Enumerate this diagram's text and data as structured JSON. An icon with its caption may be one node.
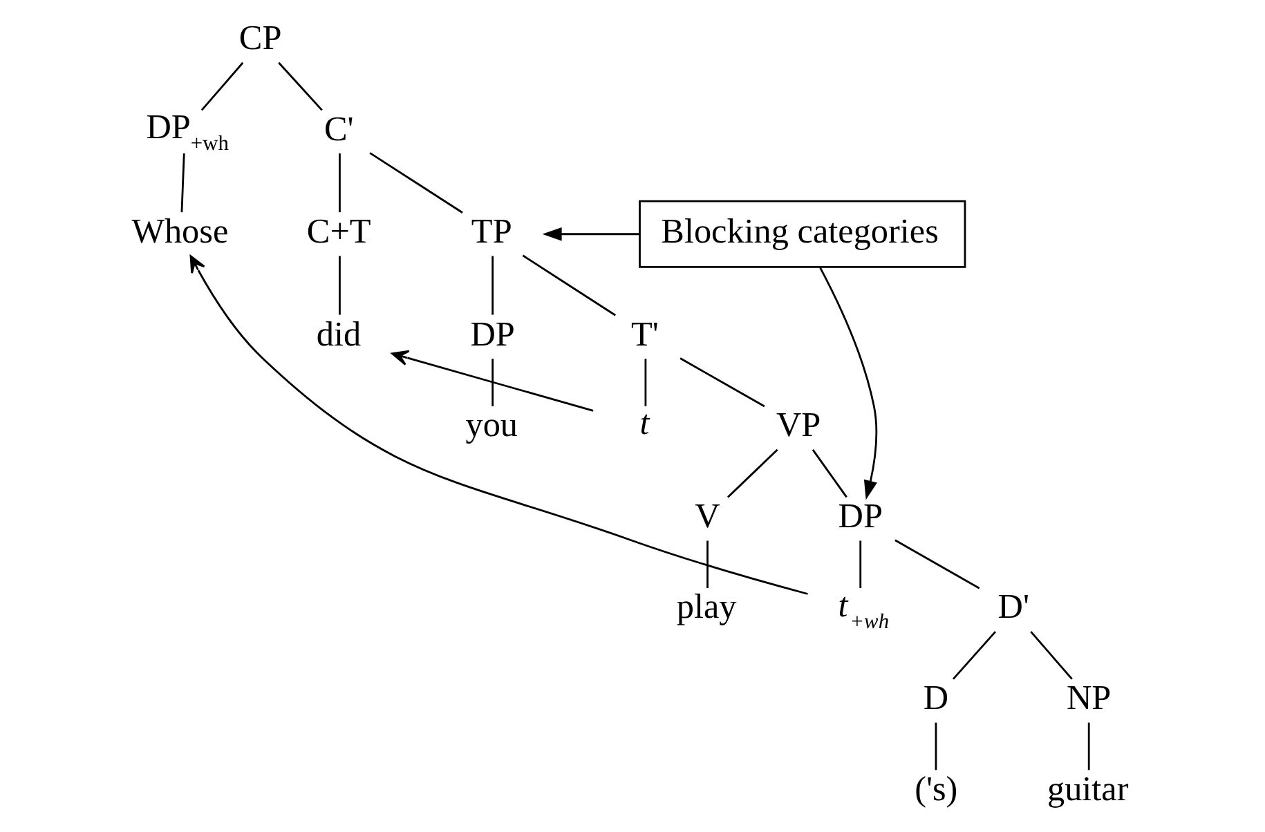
{
  "diagram": {
    "nodes": [
      {
        "text": [
          "CP"
        ]
      },
      {
        "text": [
          "DP$_{+wh}$"
        ]
      },
      {
        "text": [
          "C'"
        ]
      },
      {
        "text": [
          "Whose"
        ]
      },
      {
        "text": [
          "C+T"
        ]
      },
      {
        "text": [
          "TP"
        ]
      },
      {
        "text": [
          "did"
        ]
      },
      {
        "text": [
          "DP"
        ]
      },
      {
        "text": [
          "T'"
        ]
      },
      {
        "text": [
          "you"
        ]
      },
      {
        "text": [
          "t"
        ]
      },
      {
        "text": [
          "VP"
        ]
      },
      {
        "text": [
          "V"
        ]
      },
      {
        "text": [
          "DP"
        ]
      },
      {
        "text": [
          "play"
        ]
      },
      {
        "text": [
          "t$_{+wh}$"
        ]
      },
      {
        "text": [
          "D'"
        ]
      },
      {
        "text": [
          "D"
        ]
      },
      {
        "text": [
          "NP"
        ]
      },
      {
        "text": [
          "('s)"
        ]
      },
      {
        "text": [
          "guitar"
        ]
      },
      {
        "text": [
          "Blocking categories"
        ]
      }
    ],
    "edges": [
      {
        "from": 0,
        "to": 1,
        "arrow": "none"
      },
      {
        "from": 0,
        "to": 2,
        "arrow": "none"
      },
      {
        "from": 1,
        "to": 3,
        "arrow": "none"
      },
      {
        "from": 2,
        "to": 4,
        "arrow": "none"
      },
      {
        "from": 2,
        "to": 5,
        "arrow": "none"
      },
      {
        "from": 4,
        "to": 6,
        "arrow": "none"
      },
      {
        "from": 5,
        "to": 7,
        "arrow": "none"
      },
      {
        "from": 5,
        "to": 8,
        "arrow": "none"
      },
      {
        "from": 7,
        "to": 9,
        "arrow": "none"
      },
      {
        "from": 8,
        "to": 10,
        "arrow": "none"
      },
      {
        "from": 8,
        "to": 11,
        "arrow": "none"
      },
      {
        "from": 11,
        "to": 12,
        "arrow": "none"
      },
      {
        "from": 11,
        "to": 13,
        "arrow": "none"
      },
      {
        "from": 12,
        "to": 14,
        "arrow": "none"
      },
      {
        "from": 13,
        "to": 15,
        "arrow": "none"
      },
      {
        "from": 13,
        "to": 16,
        "arrow": "none"
      },
      {
        "from": 16,
        "to": 17,
        "arrow": "none"
      },
      {
        "from": 16,
        "to": 18,
        "arrow": "none"
      },
      {
        "from": 17,
        "to": 19,
        "arrow": "none"
      },
      {
        "from": 18,
        "to": 20,
        "arrow": "none"
      },
      {
        "from": 10,
        "to": 6,
        "arrow": "to"
      },
      {
        "from": 15,
        "to": 3,
        "arrow": "to"
      },
      {
        "from": 21,
        "to": 5,
        "arrow": "to"
      },
      {
        "from": 21,
        "to": 13,
        "arrow": "to"
      }
    ]
  }
}
